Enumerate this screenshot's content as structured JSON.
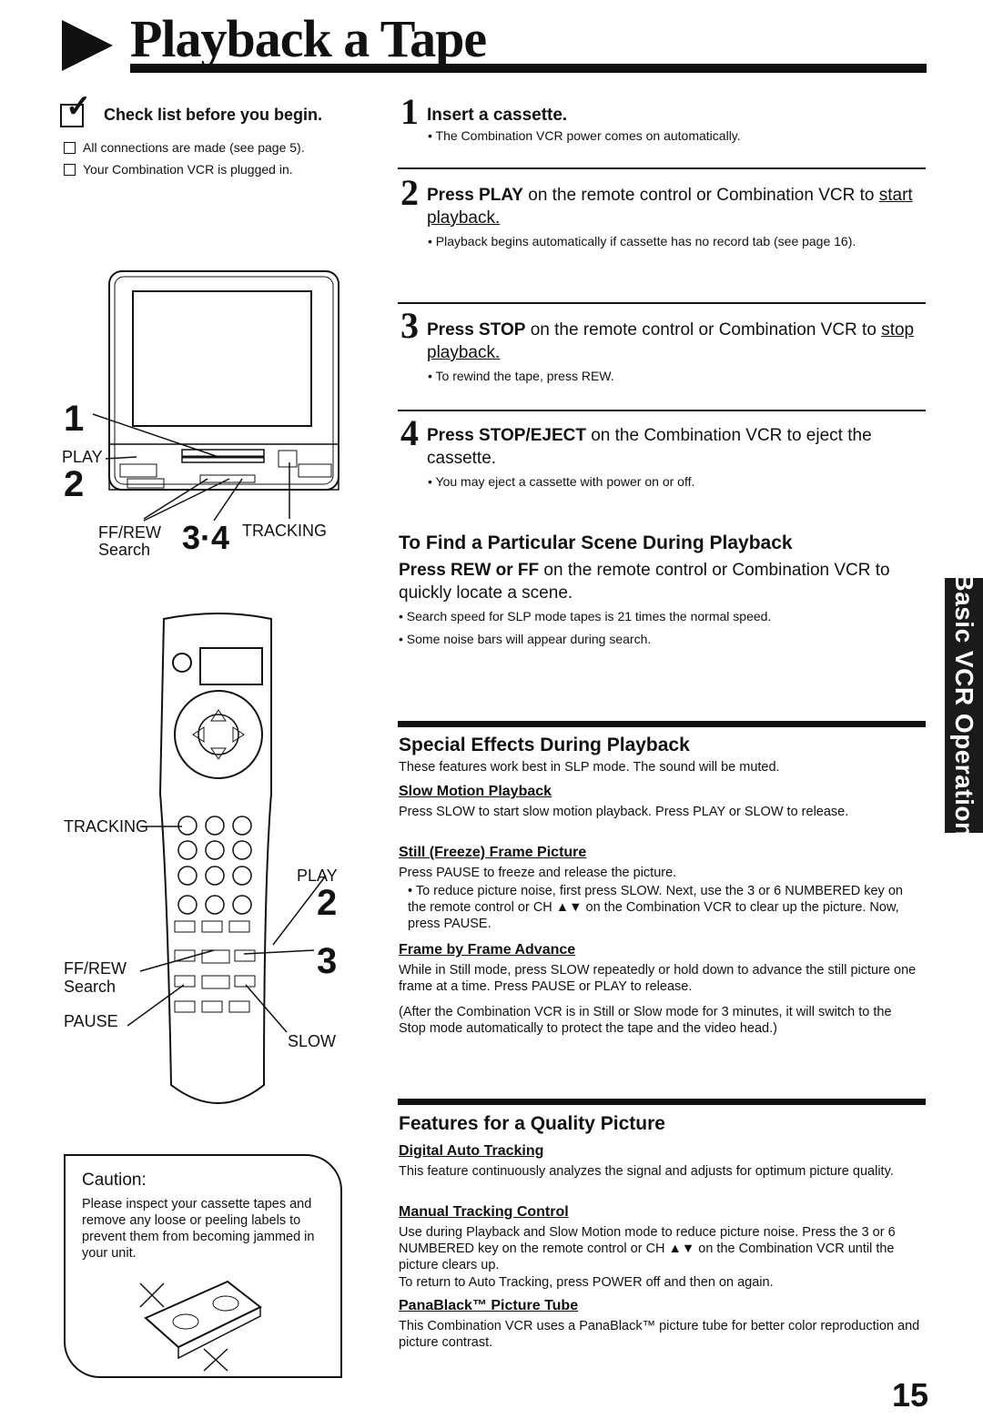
{
  "title": "Playback a Tape",
  "checklist": {
    "heading": "Check list before you begin.",
    "items": [
      "All connections are made (see page 5).",
      "Your Combination VCR is plugged in."
    ]
  },
  "figure_tv": {
    "label_1": "1",
    "label_play": "PLAY",
    "label_2": "2",
    "label_ffrew": "FF/REW",
    "label_search": "Search",
    "label_34": "3·4",
    "label_tracking": "TRACKING"
  },
  "figure_remote": {
    "label_tracking": "TRACKING",
    "label_play": "PLAY",
    "label_2": "2",
    "label_ffrew": "FF/REW",
    "label_search": "Search",
    "label_3": "3",
    "label_pause": "PAUSE",
    "label_slow": "SLOW"
  },
  "caution": {
    "heading": "Caution:",
    "text": "Please inspect your cassette tapes and remove any loose or peeling labels to prevent them from becoming jammed in your unit."
  },
  "steps": [
    {
      "num": "1",
      "bold": "Insert a cassette.",
      "rest": "",
      "underlined": "",
      "note": "• The Combination VCR power comes on automatically."
    },
    {
      "num": "2",
      "bold": "Press PLAY",
      "rest": " on the remote control or Combination VCR to ",
      "underlined": "start playback.",
      "note": "• Playback begins automatically if cassette has no record tab (see page 16)."
    },
    {
      "num": "3",
      "bold": "Press STOP",
      "rest": " on the remote control or Combination VCR to ",
      "underlined": "stop playback.",
      "note": "• To rewind the tape, press REW."
    },
    {
      "num": "4",
      "bold": "Press STOP/EJECT",
      "rest": " on the Combination VCR to eject the cassette.",
      "underlined": "",
      "note": "• You may eject a cassette with power on or off."
    }
  ],
  "find_scene": {
    "title": "To Find a Particular Scene During Playback",
    "bold": "Press REW or FF",
    "rest": " on the remote control or Combination VCR to quickly locate a scene.",
    "notes": [
      "• Search speed for SLP mode tapes is 21 times the normal speed.",
      "• Some noise bars will appear during search."
    ]
  },
  "special_effects": {
    "title": "Special Effects During Playback",
    "intro": "These features work best in SLP mode. The sound will be muted.",
    "slow_title": "Slow Motion Playback",
    "slow_text": "Press SLOW to start slow motion playback. Press PLAY or SLOW to release.",
    "still_title": "Still (Freeze) Frame Picture",
    "still_text": "Press PAUSE to freeze and release the picture.",
    "still_note": "• To reduce picture noise, first press SLOW. Next, use the 3 or 6 NUMBERED key on the remote control or CH ▲▼ on the Combination VCR to clear up the picture. Now, press PAUSE.",
    "frame_title": "Frame by Frame Advance",
    "frame_text": "While in Still mode, press SLOW repeatedly or hold down to advance the still picture one frame at a time. Press PAUSE or PLAY to release.",
    "after_text": "(After the Combination VCR is in Still or Slow mode for 3 minutes, it will switch to the Stop mode automatically to protect the tape and the video head.)"
  },
  "quality": {
    "title": "Features for a Quality Picture",
    "dat_title": "Digital Auto Tracking",
    "dat_text": "This feature continuously analyzes the signal and adjusts for optimum picture quality.",
    "mtc_title": "Manual Tracking Control",
    "mtc_text1": "Use during Playback and Slow Motion mode to reduce picture noise. Press the 3 or 6 NUMBERED key on the remote control or CH ▲▼ on the Combination VCR until the picture clears up.",
    "mtc_text2": "To return to Auto Tracking, press POWER off and then on again.",
    "pb_title": "PanaBlack™ Picture Tube",
    "pb_text": "This Combination VCR uses a PanaBlack™ picture tube for better color reproduction and picture contrast."
  },
  "side_tab": "Basic VCR Operation",
  "page_number": "15"
}
